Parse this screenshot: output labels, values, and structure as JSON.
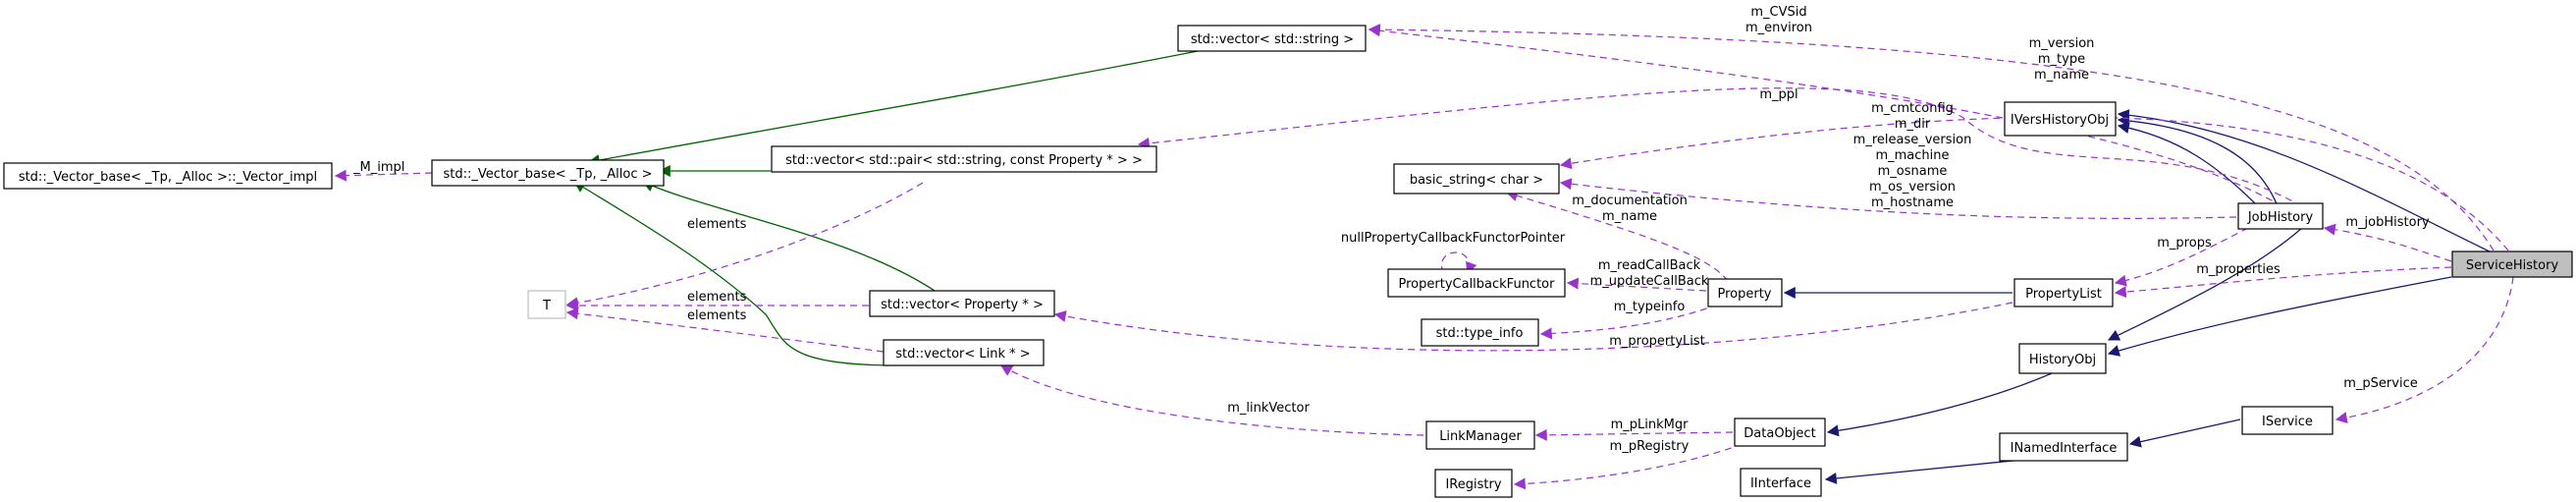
{
  "colors": {
    "inherit_public": "#191970",
    "inherit_template": "#006400",
    "usage": "#9a32cd",
    "node_border": "#000000",
    "template_param_border": "#bfbfbf",
    "focus_fill": "#bfbfbf"
  },
  "nodes": {
    "vector_string": "std::vector< std::string >",
    "vector_base_impl": "std::_Vector_base< _Tp, _Alloc >::_Vector_impl",
    "vector_base": "std::_Vector_base< _Tp, _Alloc >",
    "vector_pair": "std::vector< std::pair< std::string, const Property * > >",
    "T": "T",
    "vector_property": "std::vector< Property * >",
    "vector_link": "std::vector< Link * >",
    "basic_string": "basic_string< char >",
    "property_callback_functor": "PropertyCallbackFunctor",
    "type_info": "std::type_info",
    "property": "Property",
    "link_manager": "LinkManager",
    "iregistry": "IRegistry",
    "data_object": "DataObject",
    "iinterface": "IInterface",
    "property_list": "PropertyList",
    "history_obj": "HistoryObj",
    "iversshistory_obj": "IVersHistoryObj",
    "job_history": "JobHistory",
    "inamed_interface": "INamedInterface",
    "iservice": "IService",
    "service_history": "ServiceHistory"
  },
  "edge_labels": {
    "m_impl": "_M_impl",
    "m_cvsid_environ": [
      "m_CVSid",
      "m_environ"
    ],
    "m_version_type_name": [
      "m_version",
      "m_type",
      "m_name"
    ],
    "m_ppl": "m_ppl",
    "job_strings": [
      "m_cmtconfig",
      "m_dir",
      "m_release_version",
      "m_machine",
      "m_osname",
      "m_os_version",
      "m_hostname"
    ],
    "elements_pair": "elements",
    "elements_property": "elements",
    "elements_link": "elements",
    "prop_doc_name": [
      "m_documentation",
      "m_name"
    ],
    "null_callback": "nullPropertyCallbackFunctorPointer",
    "callbacks": [
      "m_readCallBack",
      "m_updateCallBack"
    ],
    "m_typeinfo": "m_typeinfo",
    "m_props": "m_props",
    "m_jobhistory": "m_jobHistory",
    "m_properties": "m_properties",
    "m_propertylist": "m_propertyList",
    "m_linkvector": "m_linkVector",
    "m_plinkmgr": "m_pLinkMgr",
    "m_pregistry": "m_pRegistry",
    "m_pservice": "m_pService"
  }
}
